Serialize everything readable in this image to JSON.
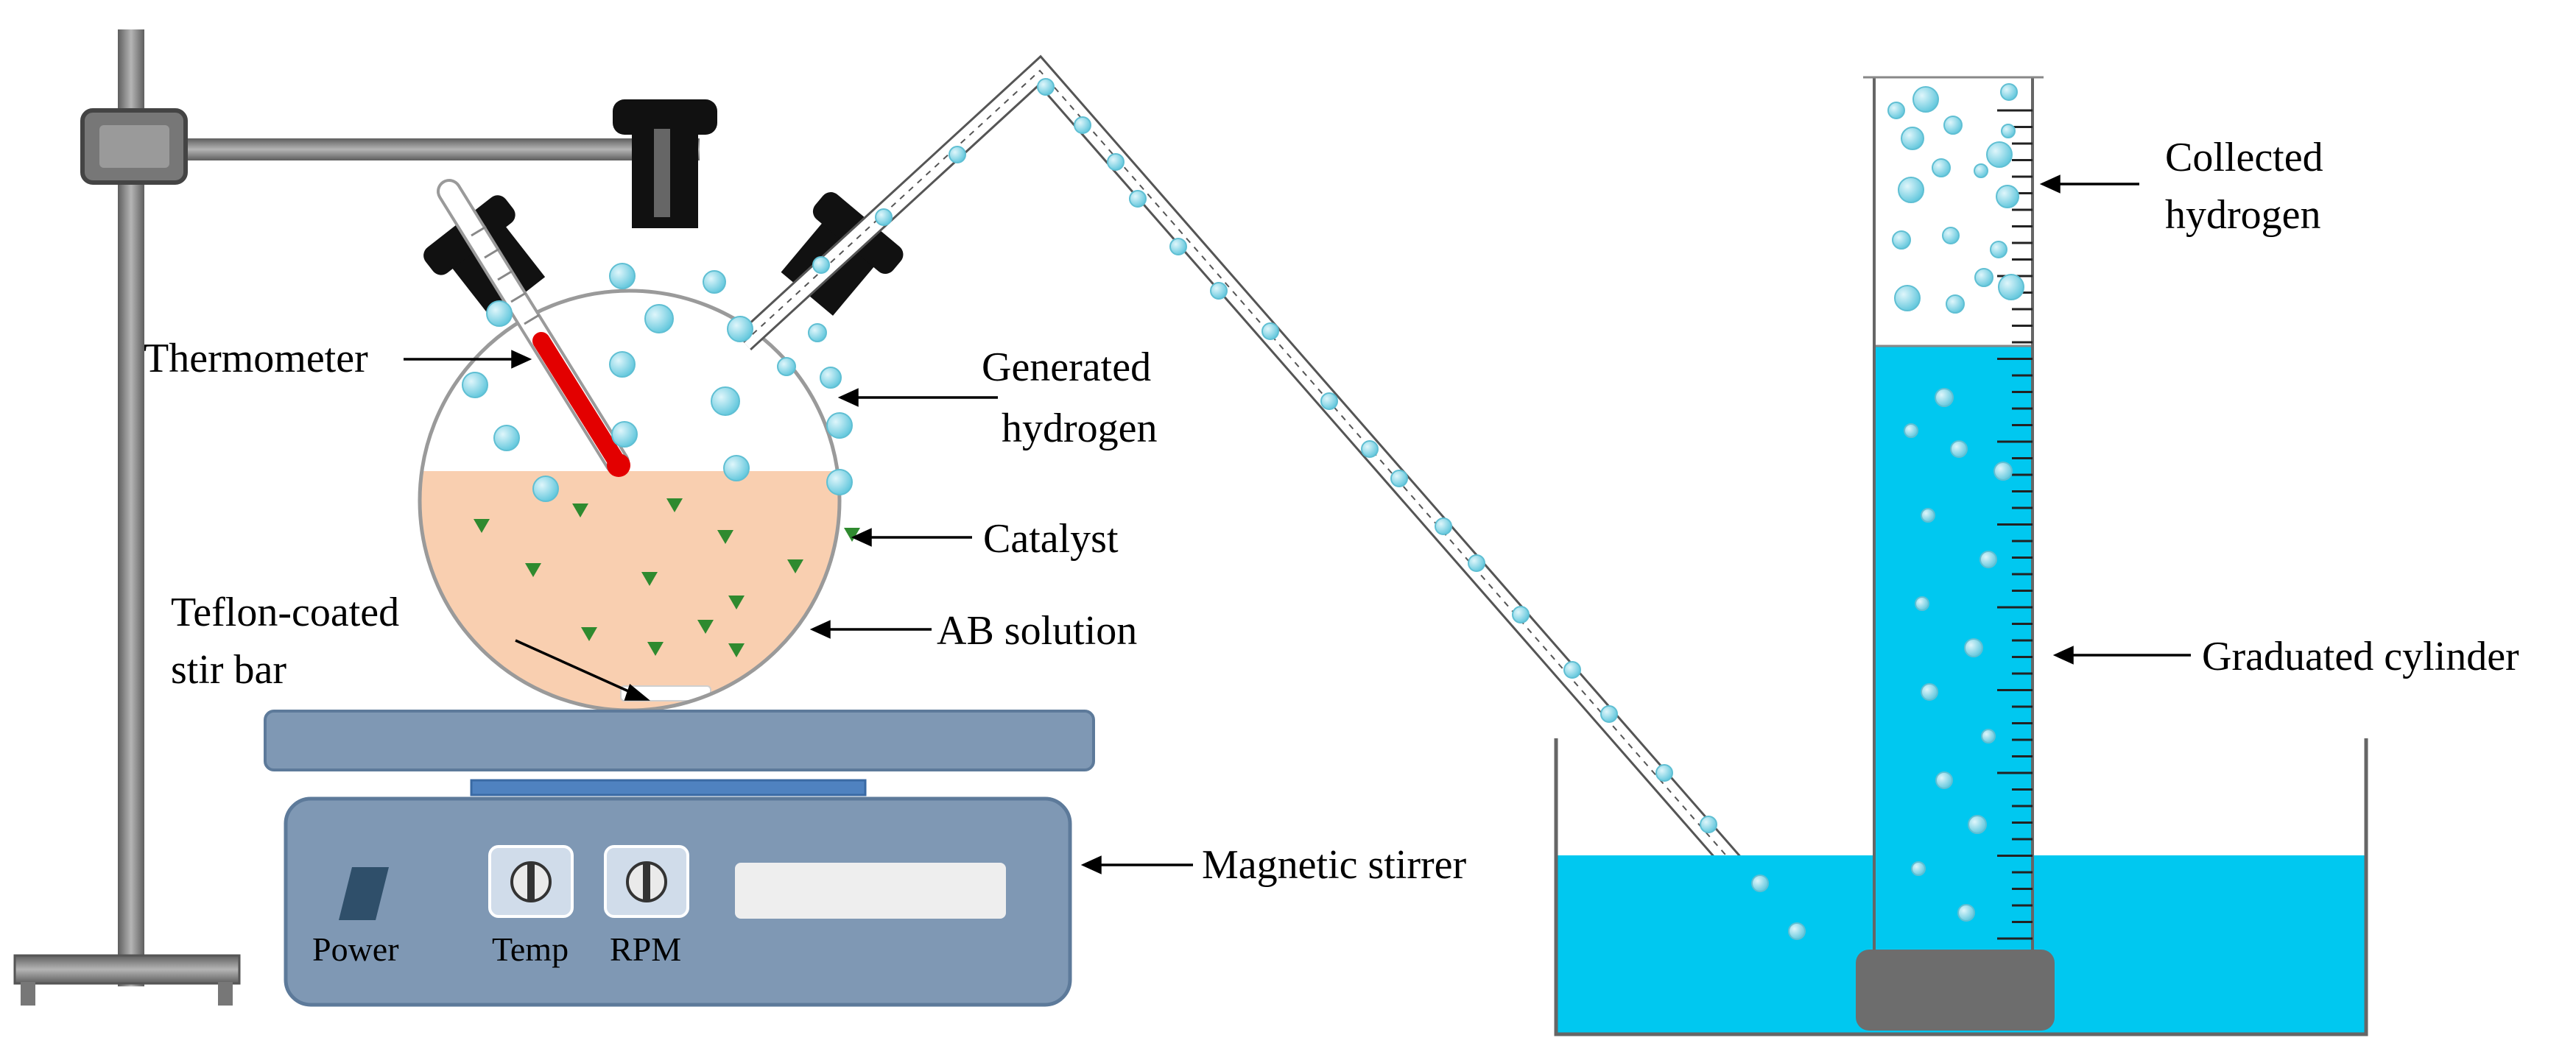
{
  "labels": {
    "thermometer": "Thermometer",
    "generated_hydrogen_1": "Generated",
    "generated_hydrogen_2": "hydrogen",
    "catalyst": "Catalyst",
    "ab_solution": "AB solution",
    "stir_bar_1": "Teflon-coated",
    "stir_bar_2": "stir bar",
    "magnetic_stirrer": "Magnetic stirrer",
    "collected_hydrogen_1": "Collected",
    "collected_hydrogen_2": "hydrogen",
    "graduated_cylinder": "Graduated cylinder"
  },
  "controls": {
    "power": "Power",
    "temp": "Temp",
    "rpm": "RPM"
  },
  "colors": {
    "water": "#00c8f0",
    "solution": "#f9cfb0",
    "catalyst": "#2f8a2f",
    "bubble": "#7fd6e6",
    "stirrer": "#7f98b4",
    "stirrer_dark": "#5d7a9a",
    "stand": "#7d7d7d",
    "stopper": "#111111",
    "thermo_red": "#e30000"
  },
  "icons": [
    "bubble-icon",
    "catalyst-triangle-icon",
    "knob-icon",
    "power-switch-icon"
  ]
}
